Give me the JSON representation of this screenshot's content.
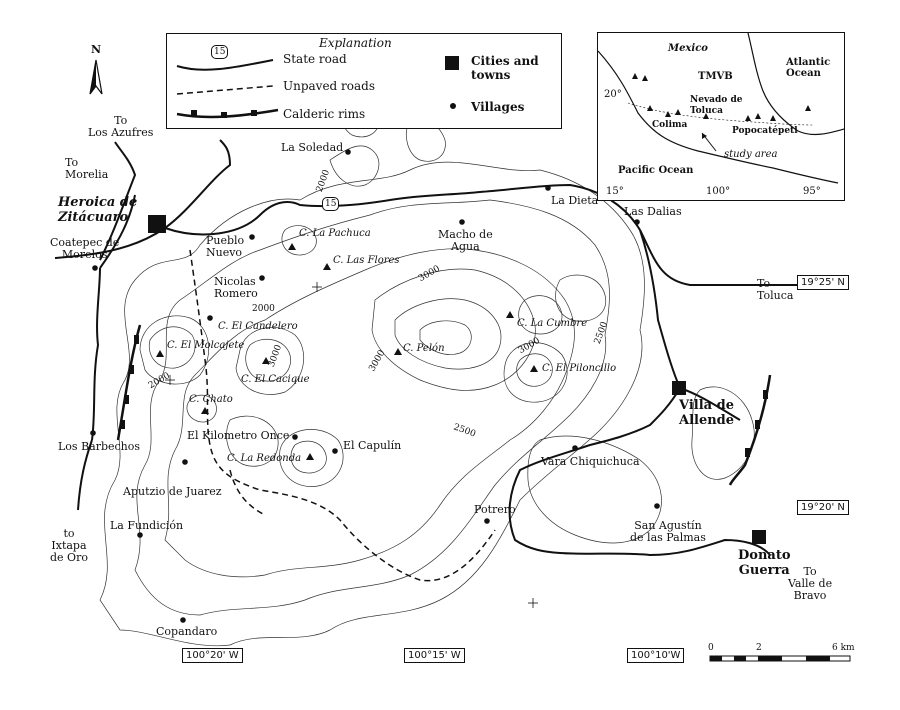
{
  "legend": {
    "title": "Explanation",
    "state_road": "State road",
    "unpaved_roads": "Unpaved roads",
    "calderic_rims": "Calderic rims",
    "cities": "Cities and\ntowns",
    "villages": "Villages",
    "road_shield": "15"
  },
  "inset": {
    "mexico": "Mexico",
    "tmvb": "TMVB",
    "atlantic": "Atlantic\nOcean",
    "pacific": "Pacific Ocean",
    "nevado": "Nevado de\nToluca",
    "colima": "Colima",
    "popocatepetl": "Popocatépetl",
    "study_area": "study area",
    "lat20": "20°",
    "lon15": "15°",
    "lon100": "100°",
    "lon95": "95°"
  },
  "north": "N",
  "shield_main": "15",
  "coords": {
    "lat_2525": "19°25' N",
    "lat_2020": "19°20' N",
    "lon_20": "100°20' W",
    "lon_15": "100°15' W",
    "lon_10": "100°10'W"
  },
  "scale": {
    "zero": "0",
    "two": "2",
    "six": "6 km"
  },
  "contours": {
    "c2000a": "2000",
    "c2000b": "2000",
    "c2000c": "2000",
    "c2500a": "2500",
    "c2500b": "2500",
    "c3000a": "3000",
    "c3000b": "3000",
    "c3000c": "3000",
    "c3000d": "3000"
  },
  "labels": {
    "to_los_azufres": "To\nLos Azufres",
    "to_morelia": "To\nMorelia",
    "heroica": "Heroica de\nZitácuaro",
    "coatepec": "Coatepec de\nMorelos",
    "la_soledad": "La Soledad",
    "pueblo_nuevo": "Pueblo\nNuevo",
    "nicolas_romero": "Nicolas\nRomero",
    "la_pachuca": "C. La Pachuca",
    "las_flores": "C. Las Flores",
    "macho_de_agua": "Macho de\nAgua",
    "la_dieta": "La Dieta",
    "las_dalias": "Las Dalias",
    "to_toluca": "To\nToluca",
    "el_candelero": "C. El Candelero",
    "el_molcajete": "C. El Molcajete",
    "el_cacique": "C. El Cacique",
    "pelon": "C. Pelón",
    "la_cumbre": "C. La Cumbre",
    "el_piloncillo": "C. El Piloncillo",
    "chato": "C. Chato",
    "villa_de_allende": "Villa de\nAllende",
    "el_kilometro_once": "El Kilometro Once",
    "los_barbechos": "Los Barbechos",
    "la_redonda": "C. La Redonda",
    "el_capulin": "El Capulín",
    "vara_chiquichuca": "Vara Chiquichuca",
    "aputzio": "Aputzio de Juarez",
    "la_fundicion": "La Fundición",
    "potrero": "Potrero",
    "san_agustin": "San Agustín\nde las Palmas",
    "to_ixtapa": "to\nIxtapa\nde Oro",
    "donato_guerra": "Donato\nGuerra",
    "to_valle": "To\nValle de\nBravo",
    "copandaro": "Copandaro"
  }
}
